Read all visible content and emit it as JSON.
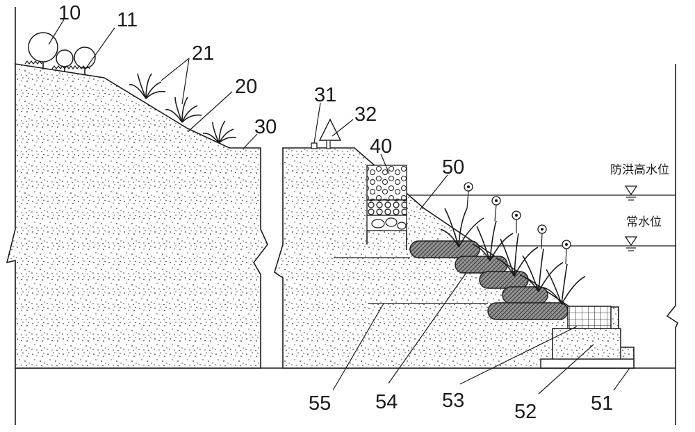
{
  "callouts": {
    "c10": "10",
    "c11": "11",
    "c21": "21",
    "c20": "20",
    "c30": "30",
    "c31": "31",
    "c32": "32",
    "c40": "40",
    "c50": "50",
    "c55": "55",
    "c54": "54",
    "c53": "53",
    "c52": "52",
    "c51": "51"
  },
  "water_levels": {
    "flood_high": "防洪高水位",
    "normal": "常水位"
  },
  "colors": {
    "ink": "#1a1a1a",
    "paper": "#ffffff",
    "bag_fill": "#7a7a7a"
  }
}
